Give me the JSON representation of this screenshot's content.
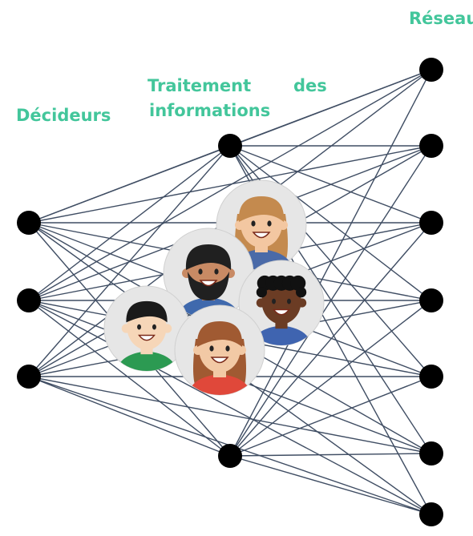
{
  "colors": {
    "label": "#43c69b",
    "edge": "#3f4d63",
    "node": "#000000",
    "avatar_bg": "#e6e6e6"
  },
  "labels": {
    "input_layer": "Décideurs",
    "hidden_layer_word1": "Traitement",
    "hidden_layer_word2": "des",
    "hidden_layer_word3": "informations",
    "output_layer": "Réseau"
  },
  "network": {
    "layers": [
      {
        "name": "input",
        "nodes": 3
      },
      {
        "name": "hidden",
        "nodes": 2
      },
      {
        "name": "output",
        "nodes": 7
      }
    ],
    "fully_connected_layer_pairs": [
      [
        "input",
        "hidden"
      ],
      [
        "input",
        "output"
      ],
      [
        "hidden",
        "output"
      ]
    ]
  },
  "avatars": [
    {
      "icon": "person-avatar-blonde-woman",
      "skin": "#f3c7a1",
      "hair": "#c48a4e",
      "shirt": "#4a6aa8"
    },
    {
      "icon": "person-avatar-bearded-man",
      "skin": "#c88a64",
      "hair": "#202020",
      "shirt": "#3f69ad"
    },
    {
      "icon": "person-avatar-curly-hair-man",
      "skin": "#6b3c24",
      "hair": "#111111",
      "shirt": "#3f64b0"
    },
    {
      "icon": "person-avatar-smiling-boy",
      "skin": "#f6d6b8",
      "hair": "#1a1a1a",
      "shirt": "#2c9a52"
    },
    {
      "icon": "person-avatar-brunette-woman",
      "skin": "#f2c9a5",
      "hair": "#a05a32",
      "shirt": "#e0483a"
    }
  ]
}
